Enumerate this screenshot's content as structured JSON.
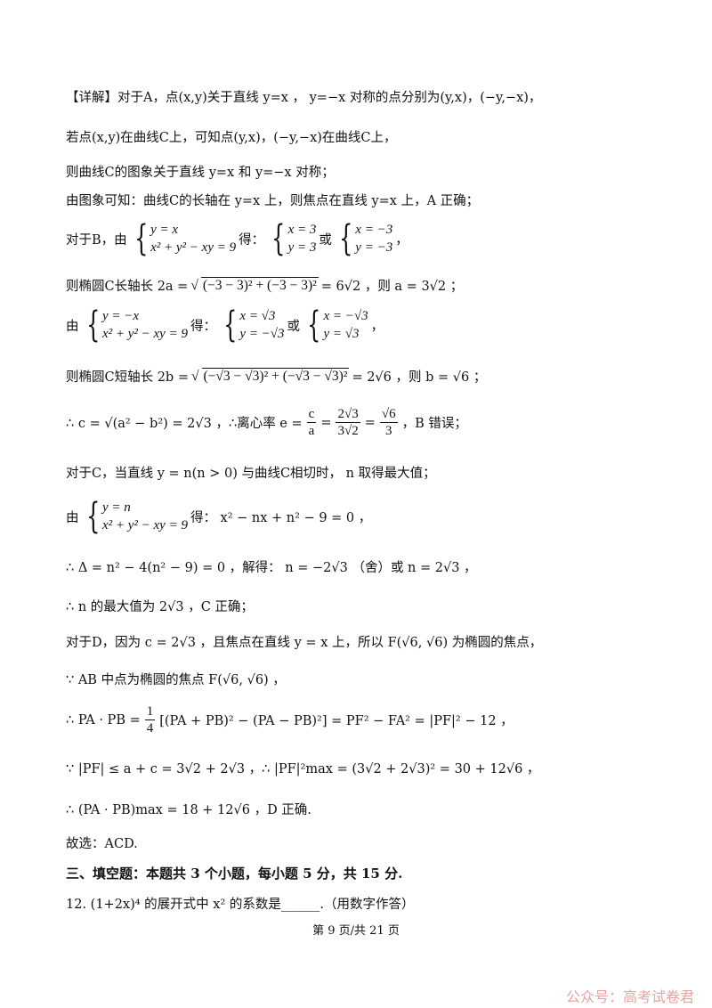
{
  "lines": {
    "l1": "【详解】对于A，点(x,y)关于直线 y=x ， y=−x 对称的点分别为(y,x)，(−y,−x)，",
    "l2": "若点(x,y)在曲线C上，可知点(y,x)，(−y,−x)在曲线C上，",
    "l3": "则曲线C的图象关于直线 y=x 和 y=−x 对称；",
    "l4": "由图象可知：曲线C的长轴在 y=x 上，则焦点在直线 y=x 上，A 正确；",
    "l5_pre": "对于B，由",
    "l5_sys1": [
      "y = x",
      "x² + y² − xy = 9"
    ],
    "l5_mid": "得：",
    "l5_sys2": [
      "x = 3",
      "y = 3"
    ],
    "l5_or": "或",
    "l5_sys3": [
      "x = −3",
      "y = −3"
    ],
    "l5_end": "，",
    "l6_pre": "则椭圆C长轴长 2a =",
    "l6_sqrt": "(−3 − 3)² + (−3 − 3)²",
    "l6_post": "= 6√2 ，则 a = 3√2 ；",
    "l7_pre": "由",
    "l7_sys1": [
      "y = −x",
      "x² + y² − xy = 9"
    ],
    "l7_mid": "得：",
    "l7_sys2": [
      "x = √3",
      "y = −√3"
    ],
    "l7_or": "或",
    "l7_sys3": [
      "x = −√3",
      "y = √3"
    ],
    "l7_end": "，",
    "l8_pre": "则椭圆C短轴长 2b =",
    "l8_sqrt": "(−√3 − √3)² + (−√3 − √3)²",
    "l8_post": "= 2√6 ，则 b = √6 ；",
    "l9_pre": "∴ c = √(a² − b²) = 2√3 ，∴离心率 e =",
    "l9_f1_num": "c",
    "l9_f1_den": "a",
    "l9_eq": "=",
    "l9_f2_num": "2√3",
    "l9_f2_den": "3√2",
    "l9_eq2": "=",
    "l9_f3_num": "√6",
    "l9_f3_den": "3",
    "l9_end": "，B 错误；",
    "l10": "对于C，当直线 y = n(n > 0) 与曲线C相切时， n 取得最大值；",
    "l11_pre": "由",
    "l11_sys": [
      "y = n",
      "x² + y² − xy = 9"
    ],
    "l11_post": "得： x² − nx + n² − 9 = 0 ，",
    "l12": "∴ Δ = n² − 4(n² − 9) = 0 ，解得： n = −2√3 （舍）或 n = 2√3 ，",
    "l13": "∴ n 的最大值为 2√3 ，C 正确；",
    "l14": "对于D，因为 c = 2√3 ，且焦点在直线 y = x 上，所以 F(√6, √6) 为椭圆的焦点，",
    "l15": "∵ AB 中点为椭圆的焦点 F(√6, √6) ，",
    "l16_pre": "∴ PA · PB =",
    "l16_f_num": "1",
    "l16_f_den": "4",
    "l16_post": "[(PA + PB)² − (PA − PB)²] = PF² − FA² = |PF|² − 12 ，",
    "l17": "∵ |PF| ≤ a + c = 3√2 + 2√3 ，∴ |PF|²max = (3√2 + 2√3)² = 30 + 12√6 ，",
    "l18": "∴ (PA · PB)max = 18 + 12√6 ，D 正确.",
    "l19": "故选：ACD."
  },
  "section": "三、填空题：本题共 3 个小题，每小题 5 分，共 15 分.",
  "question": "12. (1+2x)⁴ 的展开式中 x² 的系数是______.（用数字作答）",
  "footer": "第 9 页/共 21 页",
  "watermark": "公众号：高考试卷君"
}
